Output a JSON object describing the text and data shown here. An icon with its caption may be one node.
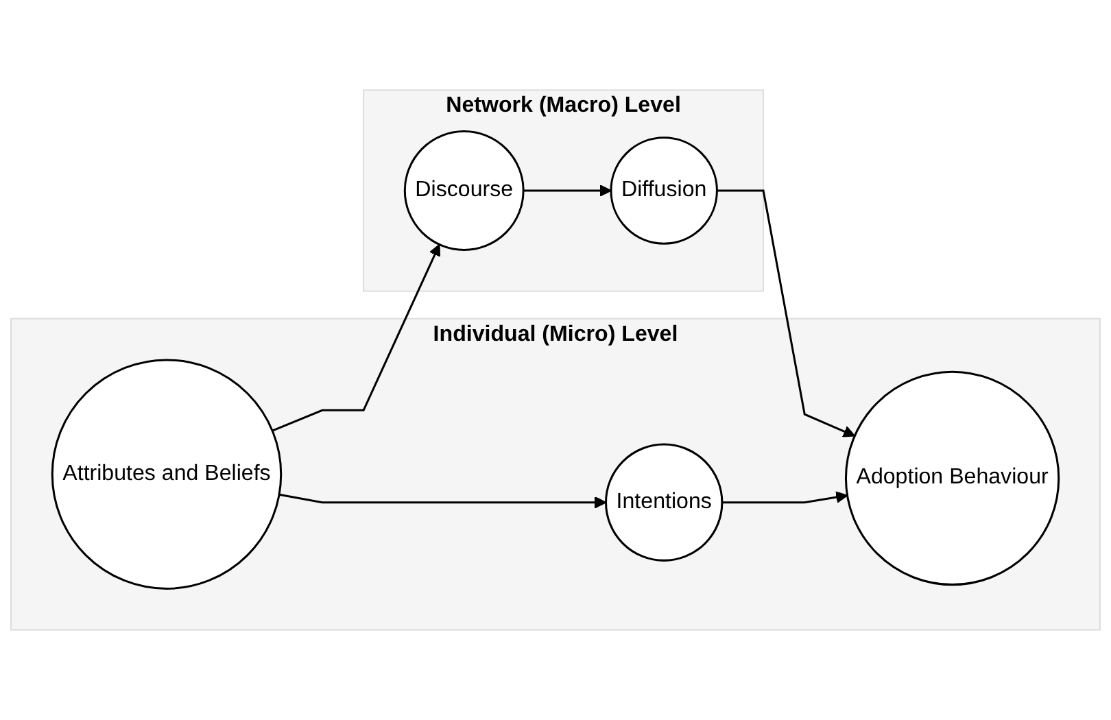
{
  "diagram": {
    "nodes": [
      {
        "text": [
          "Network (Macro) Level"
        ]
      },
      {
        "text": [
          "Discourse"
        ],
        "in": 0
      },
      {
        "text": [
          "Diffusion"
        ],
        "in": 0
      },
      {
        "text": [
          "Individual (Micro) Level"
        ]
      },
      {
        "text": [
          "Attributes and Beliefs"
        ],
        "in": 3
      },
      {
        "text": [
          "Intentions"
        ],
        "in": 3
      },
      {
        "text": [
          "Adoption Behaviour"
        ],
        "in": 3
      }
    ],
    "edges": [
      {
        "from": 4,
        "to": 1,
        "arrow": "to"
      },
      {
        "from": 1,
        "to": 2,
        "arrow": "to"
      },
      {
        "from": 2,
        "to": 6,
        "arrow": "to"
      },
      {
        "from": 4,
        "to": 5,
        "arrow": "to"
      },
      {
        "from": 5,
        "to": 6,
        "arrow": "to"
      }
    ]
  }
}
